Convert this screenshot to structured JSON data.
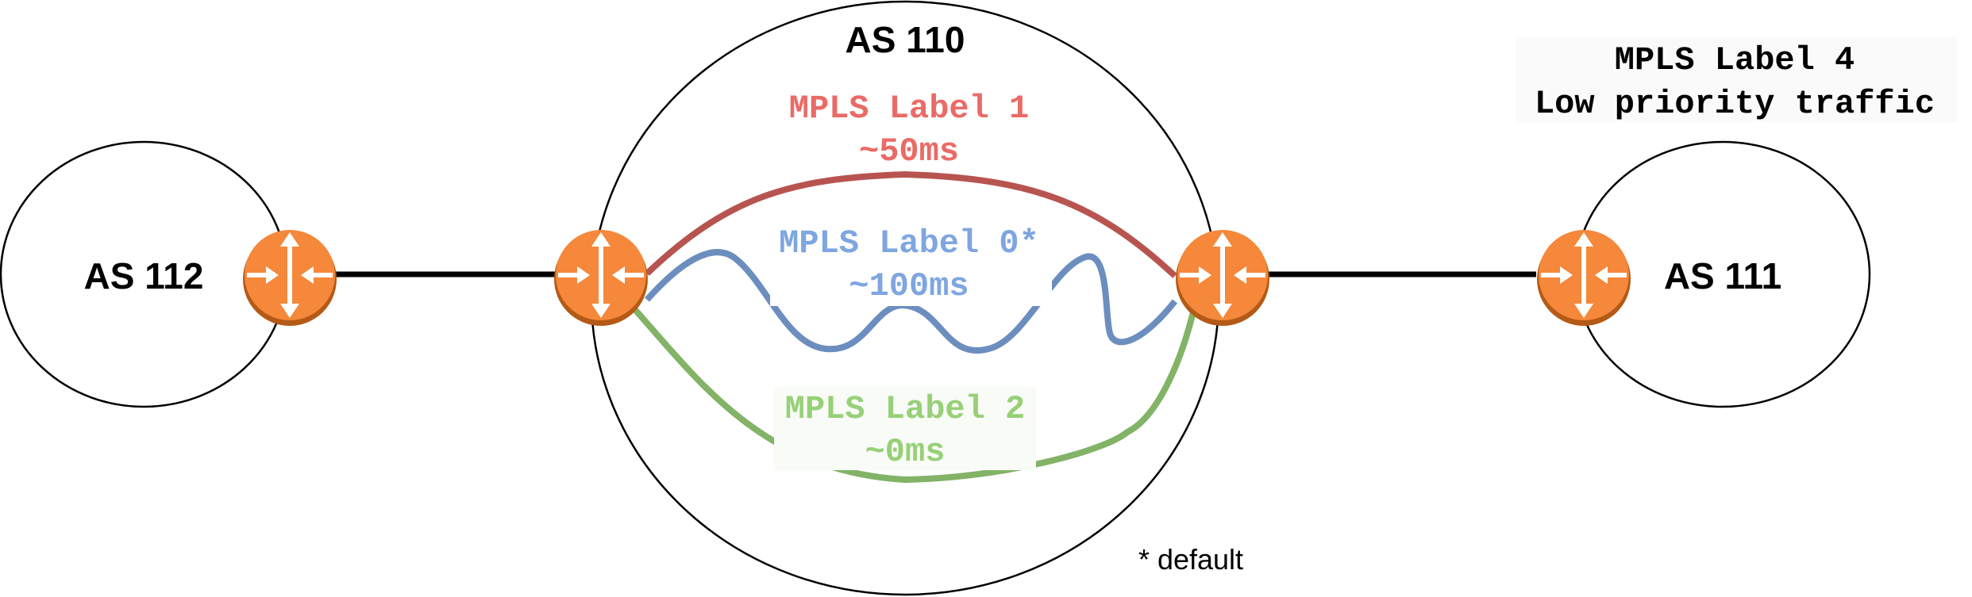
{
  "autonomous_systems": {
    "left": "AS 112",
    "center": "AS 110",
    "right": "AS 111"
  },
  "paths": [
    {
      "label": "MPLS Label 1",
      "latency": "~50ms",
      "color": "#b85450"
    },
    {
      "label": "MPLS Label 0*",
      "latency": "~100ms",
      "color": "#6c8ebf"
    },
    {
      "label": "MPLS Label 2",
      "latency": "~0ms",
      "color": "#82b366"
    }
  ],
  "path_text_colors": {
    "label_1": "#ea6b66",
    "label_0": "#7ea6e0",
    "label_2": "#97d077"
  },
  "external_label": {
    "line1": "MPLS Label 4",
    "line2": "Low priority traffic"
  },
  "footnote": "* default",
  "router_color": "#f5883a",
  "router_icon": "router-icon"
}
